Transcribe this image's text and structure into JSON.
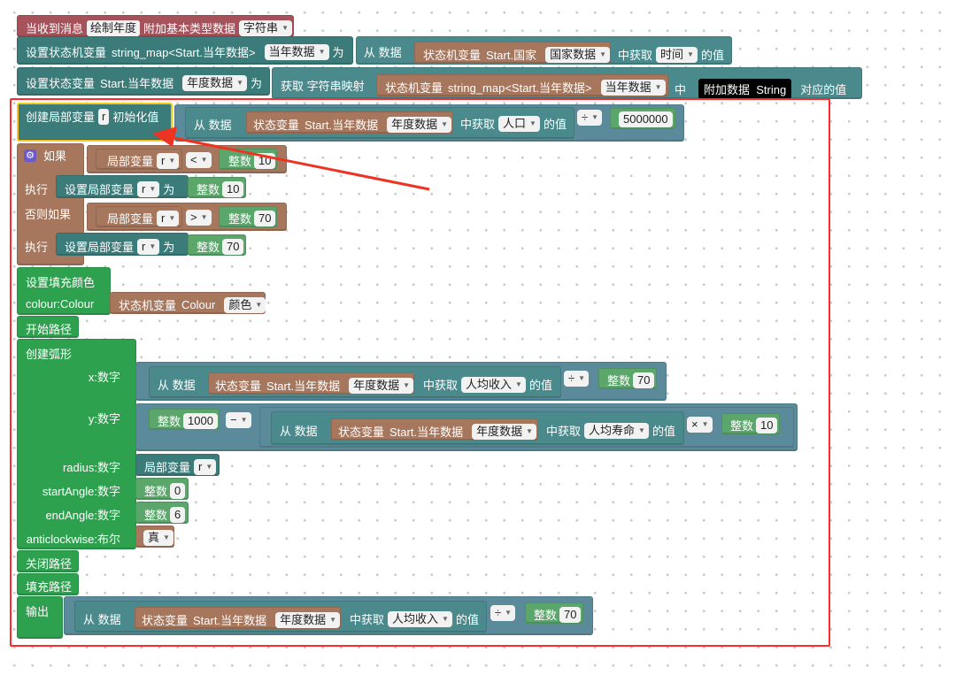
{
  "hat": {
    "label": "当收到消息",
    "message": "绘制年度",
    "extra": "附加基本类型数据",
    "type": "字符串"
  },
  "line1": {
    "set": "设置状态机变量",
    "var": "string_map<Start.当年数据>",
    "field": "当年数据",
    "as": "为",
    "from": "从 数据",
    "sm": "状态机变量",
    "smvar": "Start.国家",
    "smfield": "国家数据",
    "get": "中获取",
    "key": "时间",
    "val": "的值"
  },
  "line2": {
    "set": "设置状态变量",
    "var": "Start.当年数据",
    "field": "年度数据",
    "as": "为",
    "get": "获取 字符串映射",
    "sm": "状态机变量",
    "smvar": "string_map<Start.当年数据>",
    "smfield": "当年数据",
    "in": "中",
    "extra": "附加数据",
    "type": "String",
    "corr": "对应的值"
  },
  "local": {
    "create": "创建局部变量",
    "var": "r",
    "init": "初始化值",
    "from": "从 数据",
    "sv": "状态变量",
    "svvar": "Start.当年数据",
    "field": "年度数据",
    "get": "中获取",
    "key": "人口",
    "val": "的值",
    "op": "÷",
    "num": "5000000"
  },
  "if1": {
    "label": "如果",
    "lv": "局部变量",
    "var": "r",
    "op": "<",
    "int": "整数",
    "num": "10"
  },
  "do1": {
    "label": "执行",
    "set": "设置局部变量",
    "var": "r",
    "as": "为",
    "int": "整数",
    "num": "10"
  },
  "elif": {
    "label": "否则如果",
    "lv": "局部变量",
    "var": "r",
    "op": ">",
    "int": "整数",
    "num": "70"
  },
  "do2": {
    "label": "执行",
    "set": "设置局部变量",
    "var": "r",
    "as": "为",
    "int": "整数",
    "num": "70"
  },
  "fill": {
    "label": "设置填充颜色",
    "colour": "colour:Colour",
    "sm": "状态机变量",
    "smvar": "Colour",
    "field": "颜色"
  },
  "begin": "开始路径",
  "arc": {
    "label": "创建弧形",
    "x": {
      "label": "x:数字",
      "from": "从 数据",
      "sv": "状态变量",
      "svvar": "Start.当年数据",
      "field": "年度数据",
      "get": "中获取",
      "key": "人均收入",
      "val": "的值",
      "op": "÷",
      "int": "整数",
      "num": "70"
    },
    "y": {
      "label": "y:数字",
      "int": "整数",
      "num": "1000",
      "minus": "−",
      "from": "从 数据",
      "sv": "状态变量",
      "svvar": "Start.当年数据",
      "field": "年度数据",
      "get": "中获取",
      "key": "人均寿命",
      "val": "的值",
      "op": "×",
      "int2": "整数",
      "num2": "10"
    },
    "radius": {
      "label": "radius:数字",
      "lv": "局部变量",
      "var": "r"
    },
    "start": {
      "label": "startAngle:数字",
      "int": "整数",
      "num": "0"
    },
    "end": {
      "label": "endAngle:数字",
      "int": "整数",
      "num": "6"
    },
    "acw": {
      "label": "anticlockwise:布尔",
      "val": "真"
    }
  },
  "close": "关闭路径",
  "fillpath": "填充路径",
  "output": {
    "label": "输出",
    "from": "从 数据",
    "sv": "状态变量",
    "svvar": "Start.当年数据",
    "field": "年度数据",
    "get": "中获取",
    "key": "人均收入",
    "val": "的值",
    "op": "÷",
    "int": "整数",
    "num": "70"
  },
  "colors": {
    "highlight": "#ff2a2a",
    "arrow": "#ee3322"
  }
}
